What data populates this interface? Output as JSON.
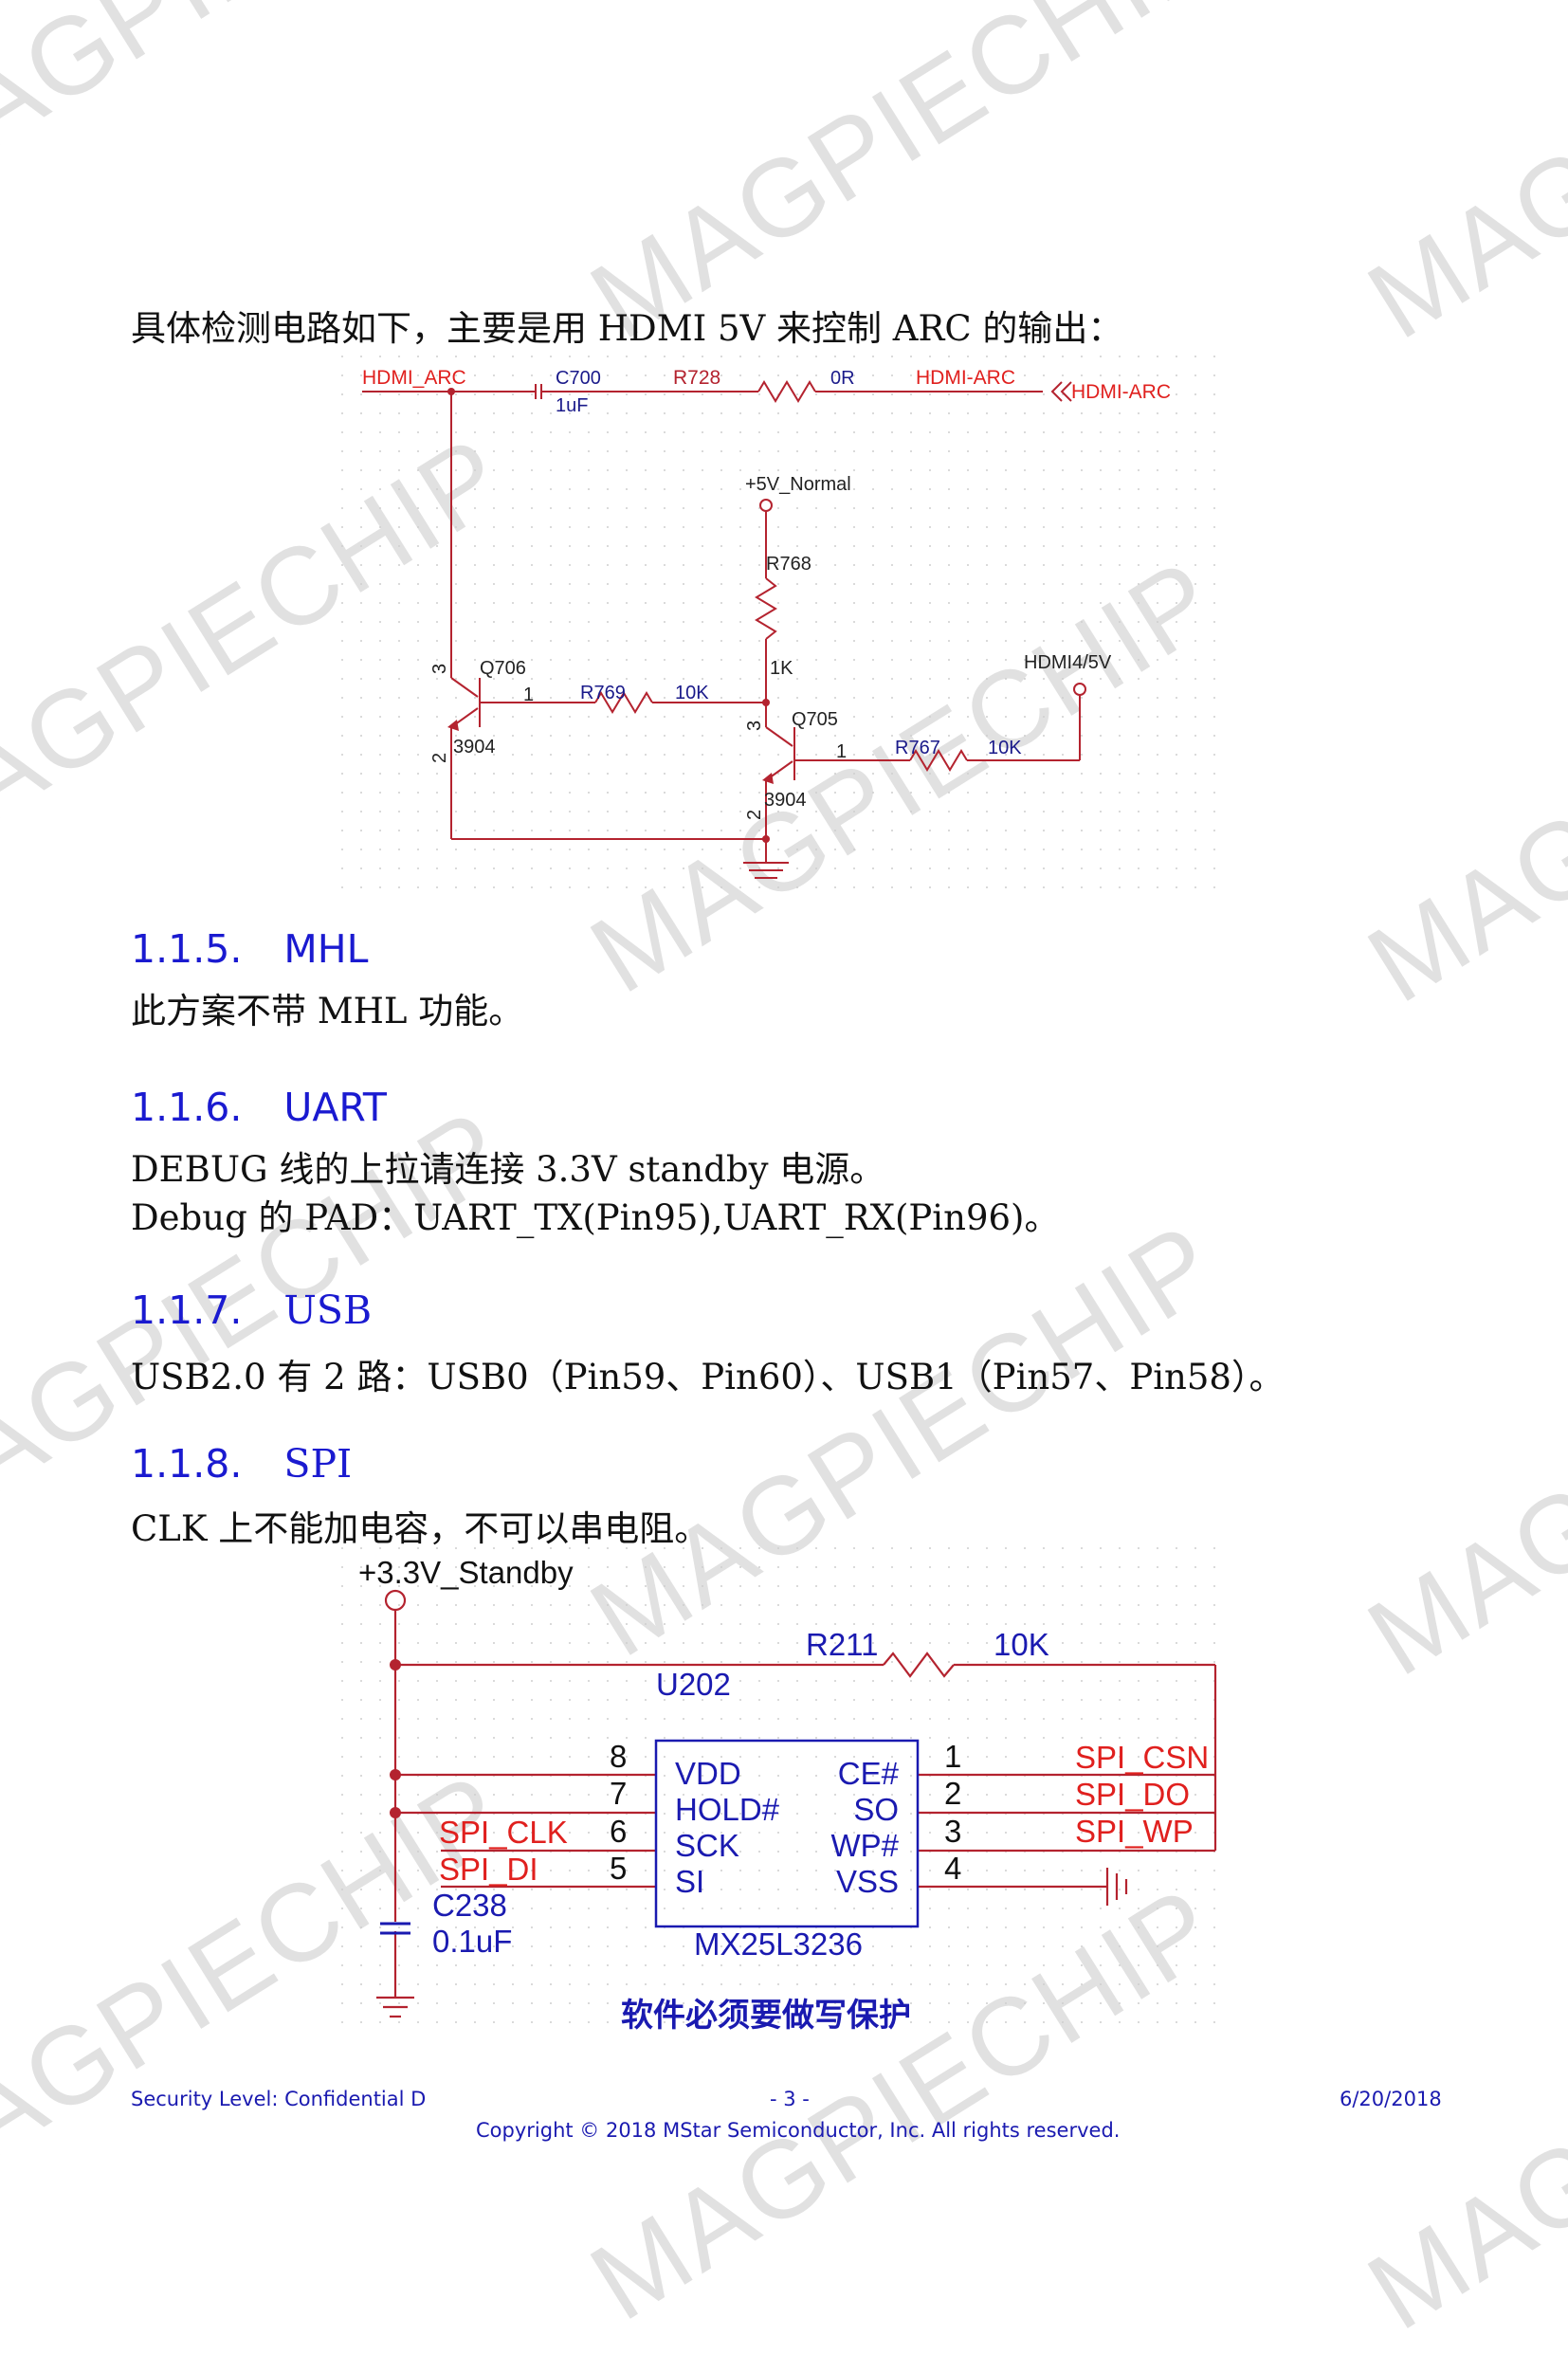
{
  "watermark": "MAGPIECHIP",
  "intro_line": "具体检测电路如下，主要是用 HDMI 5V 来控制 ARC 的输出：",
  "schematic1": {
    "labels": {
      "hdmi_arc_left": "HDMI_ARC",
      "c700": "C700",
      "c700_val": "1uF",
      "r728": "R728",
      "r728_val": "0R",
      "hdmi_arc_net": "HDMI-ARC",
      "hdmi_arc_port": "HDMI-ARC",
      "v5_normal": "+5V_Normal",
      "r768": "R768",
      "r768_val": "1K",
      "q706": "Q706",
      "q706_type": "3904",
      "q706_pin1": "1",
      "q706_pin2": "2",
      "q706_pin3": "3",
      "r769": "R769",
      "r769_val": "10K",
      "hdmi4_5v": "HDMI4/5V",
      "q705": "Q705",
      "q705_type": "3904",
      "q705_pin1": "1",
      "q705_pin2": "2",
      "q705_pin3": "3",
      "r767": "R767",
      "r767_val": "10K"
    }
  },
  "sections": [
    {
      "num": "1.1.5.",
      "title": "MHL",
      "lines": [
        "此方案不带 MHL 功能。"
      ]
    },
    {
      "num": "1.1.6.",
      "title": "UART",
      "lines": [
        "DEBUG 线的上拉请连接 3.3V standby 电源。",
        "Debug 的 PAD：UART_TX(Pin95),UART_RX(Pin96)。"
      ]
    },
    {
      "num": "1.1.7.",
      "title": "USB",
      "lines": [
        "USB2.0 有 2 路：USB0（Pin59、Pin60）、USB1（Pin57、Pin58）。"
      ]
    },
    {
      "num": "1.1.8.",
      "title": "SPI",
      "lines": [
        "CLK 上不能加电容，不可以串电阻。"
      ]
    }
  ],
  "schematic2": {
    "labels": {
      "v33_standby": "+3.3V_Standby",
      "r211": "R211",
      "r211_val": "10K",
      "u202": "U202",
      "pin8": "8",
      "pin7": "7",
      "pin6": "6",
      "pin5": "5",
      "pin1": "1",
      "pin2": "2",
      "pin3": "3",
      "pin4": "4",
      "vdd": "VDD",
      "hold": "HOLD#",
      "sck": "SCK",
      "si": "SI",
      "ce": "CE#",
      "so": "SO",
      "wp": "WP#",
      "vss": "VSS",
      "spi_csn": "SPI_CSN",
      "spi_do": "SPI_DO",
      "spi_wp": "SPI_WP",
      "spi_clk": "SPI_CLK",
      "spi_di": "SPI_DI",
      "c238": "C238",
      "c238_val": "0.1uF",
      "part": "MX25L3236",
      "note": "软件必须要做写保护"
    }
  },
  "footer": {
    "security": "Security Level: Confidential D",
    "page": "- 3 -",
    "date": "6/20/2018",
    "copyright": "Copyright © 2018 MStar Semiconductor, Inc.   All rights reserved."
  },
  "colors": {
    "heading": "#1a1ad0",
    "wire": "#b4232f",
    "label_red": "#e0201e",
    "label_blue": "#1a1ab0"
  }
}
